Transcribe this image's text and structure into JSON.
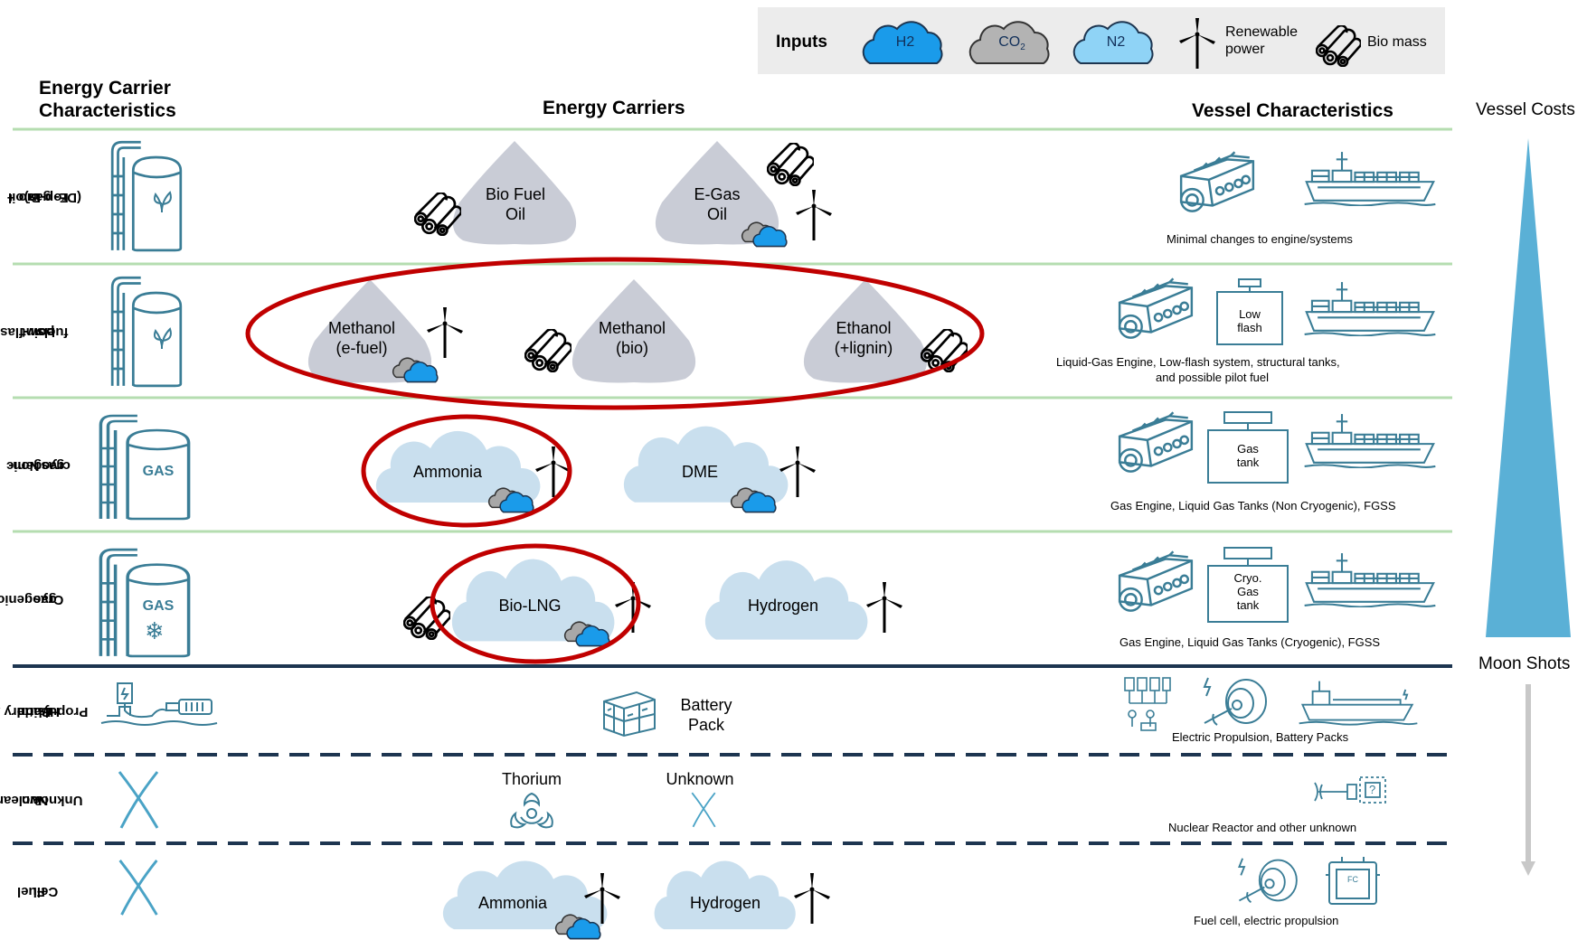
{
  "legend": {
    "title": "Inputs",
    "h2": "H2",
    "co2": "CO",
    "co2_sub": "2",
    "n2": "N2",
    "renewable": "Renewable power",
    "renewable_l1": "Renewable",
    "renewable_l2": "power",
    "biomass": "Bio mass",
    "colors": {
      "h2": "#1a9bea",
      "co2": "#b3b3b3",
      "n2": "#8fd3f6",
      "panel": "#ececec"
    }
  },
  "headers": {
    "left_l1": "Energy Carrier",
    "left_l2": "Characteristics",
    "middle": "Energy Carriers",
    "right": "Vessel Characteristics",
    "vessel_costs": "Vessel Costs",
    "moon_shots": "Moon Shots"
  },
  "rows": {
    "r1": {
      "label_l1": "Bio +",
      "label_l2": "E- gas oil",
      "label_l3": "(Drop-In)",
      "carrier1_l1": "Bio Fuel",
      "carrier1_l2": "Oil",
      "carrier2_l1": "E-Gas",
      "carrier2_l2": "Oil",
      "vessel_caption": "Minimal changes to engine/systems"
    },
    "r2": {
      "label_l1": "Low-flash",
      "label_l2": "point",
      "label_l3": "fuels",
      "carrier1_l1": "Methanol",
      "carrier1_l2": "(e-fuel)",
      "carrier2_l1": "Methanol",
      "carrier2_l2": "(bio)",
      "carrier3_l1": "Ethanol",
      "carrier3_l2": "(+lignin)",
      "box_l1": "Low",
      "box_l2": "flash",
      "vessel_caption_l1": "Liquid-Gas Engine, Low-flash system, structural tanks,",
      "vessel_caption_l2": "and possible pilot fuel"
    },
    "r3": {
      "label_l1": "Non-",
      "label_l2": "cryogenic",
      "label_l3": "gas",
      "tank_text": "GAS",
      "carrier1": "Ammonia",
      "carrier2": "DME",
      "box_l1": "Gas",
      "box_l2": "tank",
      "vessel_caption": "Gas Engine, Liquid Gas Tanks (Non Cryogenic), FGSS"
    },
    "r4": {
      "label_l1": "Cryogenic",
      "label_l2": "gas",
      "tank_text": "GAS",
      "carrier1": "Bio-LNG",
      "carrier2": "Hydrogen",
      "box_l1": "Cryo.",
      "box_l2": "Gas",
      "box_l3": "tank",
      "vessel_caption": "Gas Engine, Liquid Gas Tanks (Cryogenic), FGSS"
    },
    "r5": {
      "label_l1": "Battery /",
      "label_l2": "Hybrid",
      "label_l3": "Propulsion",
      "carrier_l1": "Battery",
      "carrier_l2": "Pack",
      "vessel_caption": "Electric Propulsion, Battery Packs"
    },
    "r6": {
      "label_l1": "Nuclear",
      "label_l2": "&",
      "label_l3": "Unknown",
      "carrier1": "Thorium",
      "carrier2": "Unknown",
      "vessel_caption": "Nuclear Reactor and other unknown"
    },
    "r7": {
      "label_l1": "Fuel",
      "label_l2": "Cell",
      "carrier1": "Ammonia",
      "carrier2": "Hydrogen",
      "fc_text": "FC",
      "vessel_caption": "Fuel cell, electric propulsion"
    }
  },
  "colors": {
    "drop": "#c9ccd6",
    "cloud": "#c9dfee",
    "icon": "#3a7d96",
    "green_line": "#b5ddb0",
    "navy_line": "#1d3550",
    "highlight": "#c00000",
    "triangle": "#5ab0d6",
    "arrow": "#c8c8c8"
  }
}
